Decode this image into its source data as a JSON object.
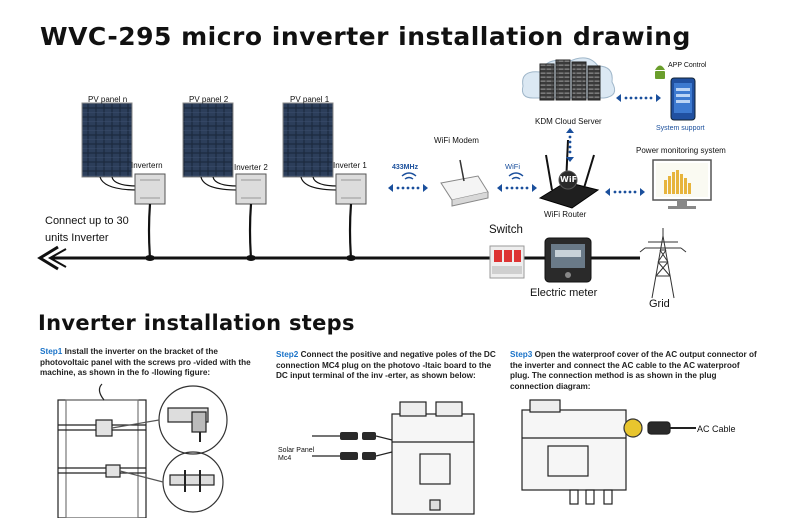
{
  "title": "WVC-295 micro inverter installation drawing",
  "section2_title": "Inverter installation steps",
  "panels": [
    {
      "label": "PV panel n",
      "inverter": "Invertern"
    },
    {
      "label": "PV panel 2",
      "inverter": "Inverter 2"
    },
    {
      "label": "PV panel 1",
      "inverter": "Inverter 1"
    }
  ],
  "connect_text_line1": "Connect up to 30",
  "connect_text_line2": "units Inverter",
  "switch_label": "Switch",
  "meter_label": "Electric meter",
  "grid_label": "Grid",
  "freq_label": "433MHz",
  "wifi_modem_label": "WiFi Modem",
  "wifi_label": "WiFi",
  "router_label": "WiFi Router",
  "router_screen": "WiFi",
  "cloud_label": "KDM Cloud Server",
  "app_label": "APP Control",
  "support_label": "System support",
  "monitor_label": "Power monitoring system",
  "steps": [
    {
      "num": "Step1",
      "text": "Install the inverter on the bracket of the photovoltaic panel with the screws pro -vided with the machine, as shown in the fo -llowing figure:"
    },
    {
      "num": "Step2",
      "text": "Connect the positive and negative poles of the DC connection MC4 plug on the photovo -ltaic board to the DC input terminal of the inv -erter, as shown below:"
    },
    {
      "num": "Step3",
      "text": "Open the waterproof cover of the AC output connector of the inverter and connect the AC cable to the AC waterproof plug. The connection method is as shown in the plug connection diagram:"
    }
  ],
  "solar_panel_label1": "Solar Panel",
  "solar_panel_label2": "Mc4",
  "ac_cable_label": "AC Cable",
  "colors": {
    "accent_blue": "#1a4f9c",
    "step_blue": "#1a73c8",
    "panel": "#1c2a3e"
  }
}
